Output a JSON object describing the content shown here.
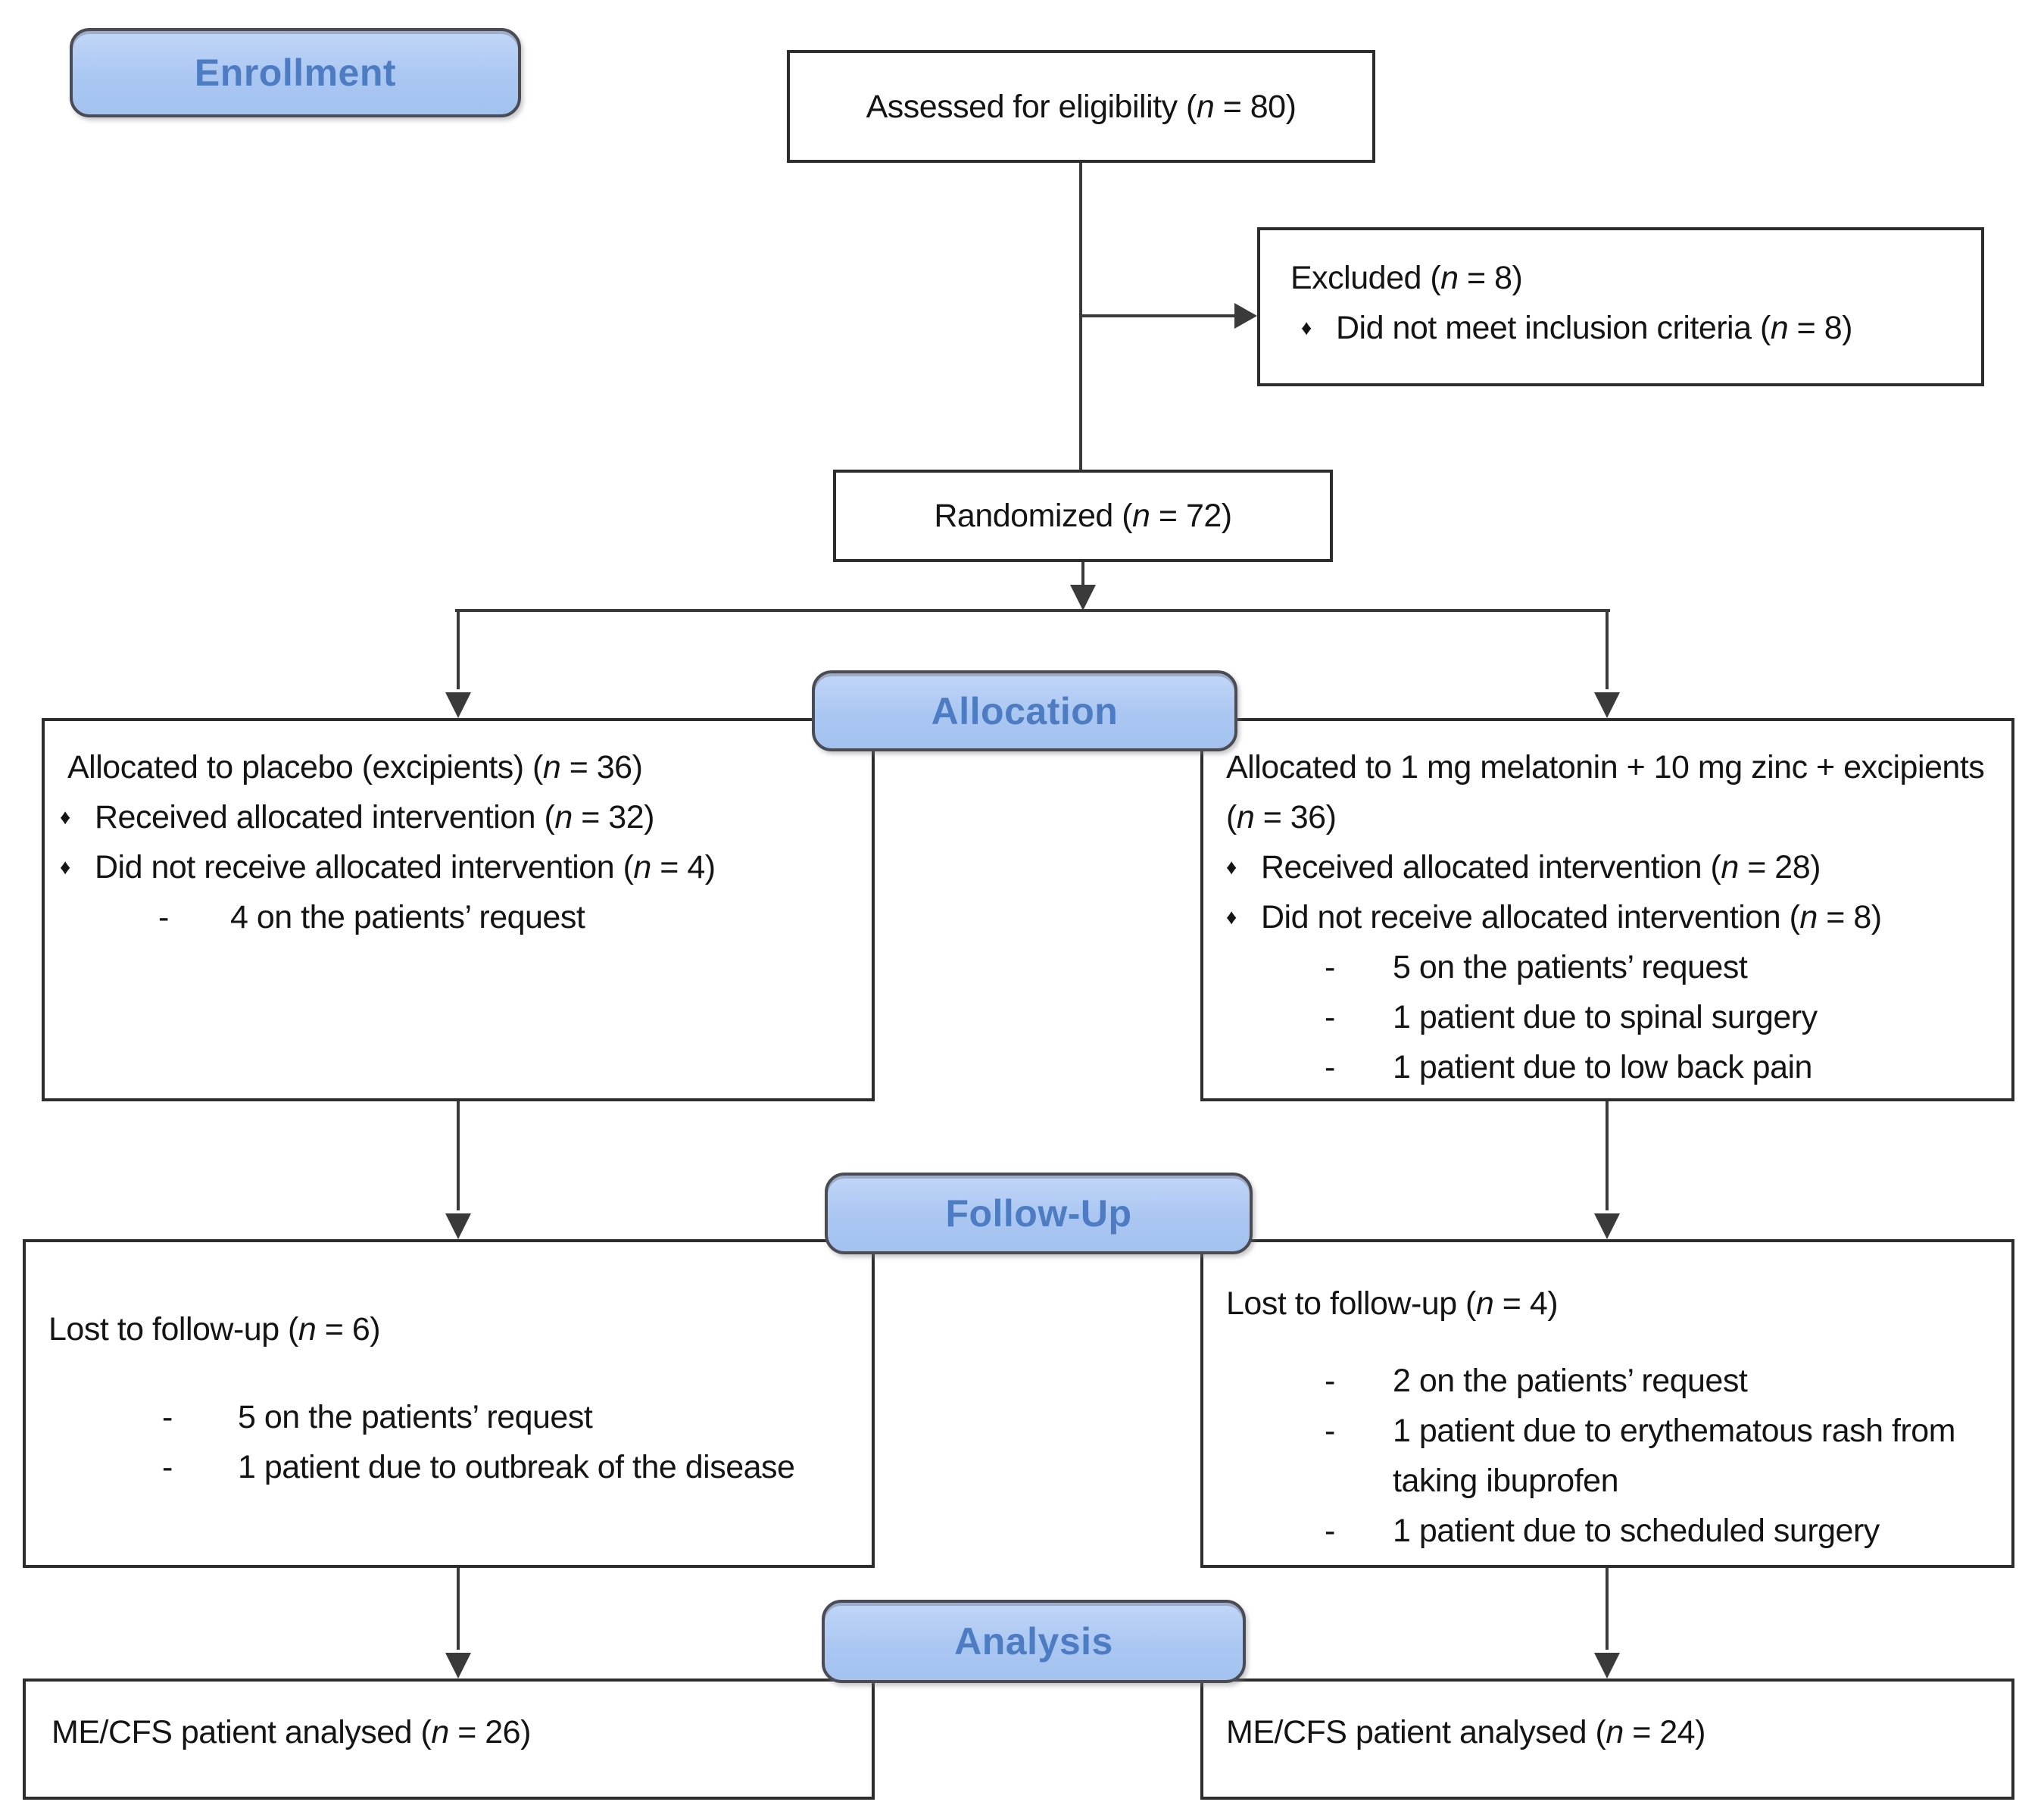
{
  "colors": {
    "badge_fill": "#aac7f2",
    "badge_border": "#4b4b54",
    "badge_text": "#4d7cc3",
    "box_border": "#2d2d2d",
    "box_bg": "#ffffff",
    "line": "#3a3a3a",
    "text": "#141414",
    "bg": "#ffffff"
  },
  "glyphs": {
    "diamond_bullet": "♦",
    "dash_bullet": "-"
  },
  "stage_labels": {
    "enrollment": "Enrollment",
    "allocation": "Allocation",
    "followup": "Follow-Up",
    "analysis": "Analysis"
  },
  "boxes": {
    "assessed": {
      "text": "Assessed for eligibility (n = 80)"
    },
    "excluded": {
      "title": "Excluded (n = 8)",
      "bullets": [
        "Did not meet inclusion criteria (n = 8)"
      ]
    },
    "randomized": {
      "text": "Randomized (n = 72)"
    },
    "allocation_left": {
      "title": "Allocated to placebo (excipients) (n = 36)",
      "bullets": [
        "Received allocated intervention (n = 32)",
        "Did not receive allocated intervention (n = 4)"
      ],
      "sub_items": [
        "4 on the patients’ request"
      ]
    },
    "allocation_right": {
      "title": "Allocated to 1 mg melatonin + 10 mg zinc + excipients (n = 36)",
      "bullets": [
        "Received allocated intervention (n = 28)",
        "Did not receive allocated intervention (n = 8)"
      ],
      "sub_items": [
        "5 on the patients’ request",
        "1 patient due to spinal surgery",
        "1 patient due to low back pain"
      ]
    },
    "followup_left": {
      "title": "Lost to follow-up (n = 6)",
      "sub_items": [
        "5 on the patients’ request",
        "1 patient due to outbreak of the disease"
      ]
    },
    "followup_right": {
      "title": "Lost to follow-up (n = 4)",
      "sub_items": [
        "2 on the patients’ request",
        "1 patient due to erythematous rash from taking ibuprofen",
        "1 patient due to scheduled surgery"
      ]
    },
    "analysis_left": {
      "text": "ME/CFS patient analysed (n = 26)"
    },
    "analysis_right": {
      "text": "ME/CFS patient analysed (n = 24)"
    }
  }
}
